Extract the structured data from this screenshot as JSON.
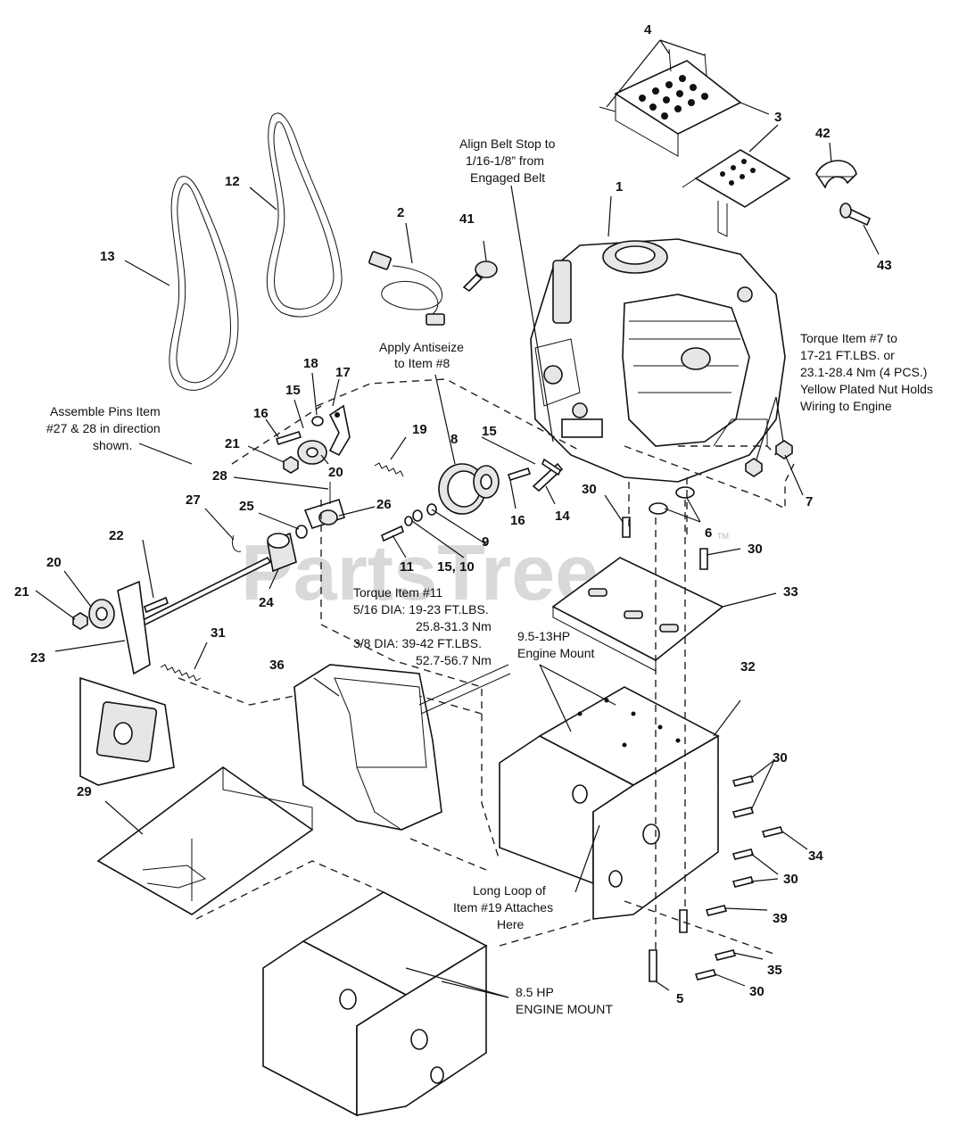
{
  "watermark": "PartsTree",
  "watermark_tm": "TM",
  "callouts": {
    "c1": "1",
    "c2": "2",
    "c3": "3",
    "c4": "4",
    "c5": "5",
    "c6": "6",
    "c7": "7",
    "c8": "8",
    "c9": "9",
    "c11": "11",
    "c12": "12",
    "c13": "13",
    "c14": "14",
    "c15a": "15",
    "c15b": "15",
    "c15_10": "15, 10",
    "c16a": "16",
    "c16b": "16",
    "c17": "17",
    "c18": "18",
    "c19": "19",
    "c20a": "20",
    "c20b": "20",
    "c21a": "21",
    "c21b": "21",
    "c22": "22",
    "c23": "23",
    "c24": "24",
    "c25": "25",
    "c26": "26",
    "c27": "27",
    "c28": "28",
    "c29": "29",
    "c30a": "30",
    "c30b": "30",
    "c30c": "30",
    "c30d": "30",
    "c30e": "30",
    "c31": "31",
    "c32": "32",
    "c33": "33",
    "c34": "34",
    "c35": "35",
    "c36": "36",
    "c39": "39",
    "c41": "41",
    "c42": "42",
    "c43": "43"
  },
  "notes": {
    "belt_stop": [
      "Align Belt Stop to",
      "1/16-1/8” from",
      "Engaged Belt"
    ],
    "antiseize": [
      "Apply Antiseize",
      "to Item #8"
    ],
    "assemble_pins": [
      "Assemble Pins Item",
      "#27 & 28 in direction",
      "shown."
    ],
    "torque7": [
      "Torque Item #7 to",
      "17-21 FT.LBS. or",
      "23.1-28.4 Nm (4 PCS.)",
      "Yellow Plated Nut Holds",
      "Wiring to Engine"
    ],
    "torque11": [
      "Torque Item #11",
      "5/16 DIA: 19-23 FT.LBS.",
      "25.8-31.3 Nm",
      "3/8 DIA: 39-42 FT.LBS.",
      "52.7-56.7 Nm"
    ],
    "mount_9_13": [
      "9.5-13HP",
      "Engine Mount"
    ],
    "long_loop": [
      "Long Loop of",
      "Item #19 Attaches",
      "Here"
    ],
    "mount_8_5": [
      "8.5 HP",
      "ENGINE MOUNT"
    ]
  }
}
